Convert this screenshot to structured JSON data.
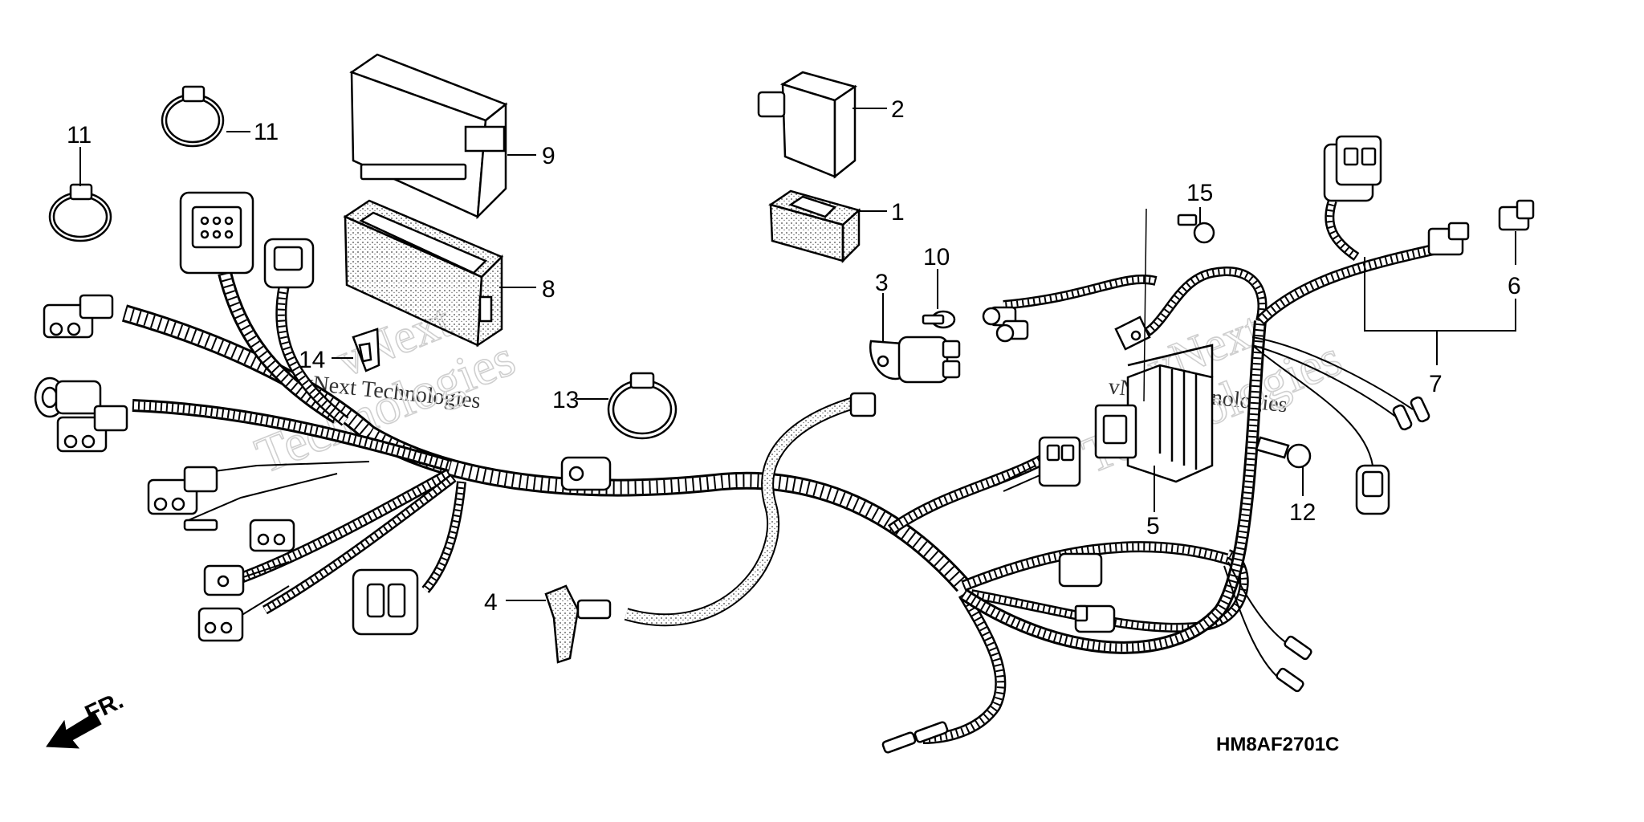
{
  "callouts": [
    {
      "id": "1",
      "label": "1"
    },
    {
      "id": "2",
      "label": "2"
    },
    {
      "id": "3",
      "label": "3"
    },
    {
      "id": "4",
      "label": "4"
    },
    {
      "id": "5",
      "label": "5"
    },
    {
      "id": "6",
      "label": "6"
    },
    {
      "id": "7",
      "label": "7"
    },
    {
      "id": "8",
      "label": "8"
    },
    {
      "id": "9",
      "label": "9"
    },
    {
      "id": "10",
      "label": "10"
    },
    {
      "id": "11a",
      "label": "11"
    },
    {
      "id": "11b",
      "label": "11"
    },
    {
      "id": "12",
      "label": "12"
    },
    {
      "id": "13",
      "label": "13"
    },
    {
      "id": "14",
      "label": "14"
    },
    {
      "id": "15",
      "label": "15"
    }
  ],
  "diagram_code": "HM8AF2701C",
  "direction_label": "FR.",
  "watermark": {
    "brand_top": "vNext",
    "brand_full": "vNext Technologies",
    "brand_word": "Technologies"
  },
  "colors": {
    "line": "#000000",
    "background": "#ffffff",
    "watermark": "#cfcfcf"
  }
}
